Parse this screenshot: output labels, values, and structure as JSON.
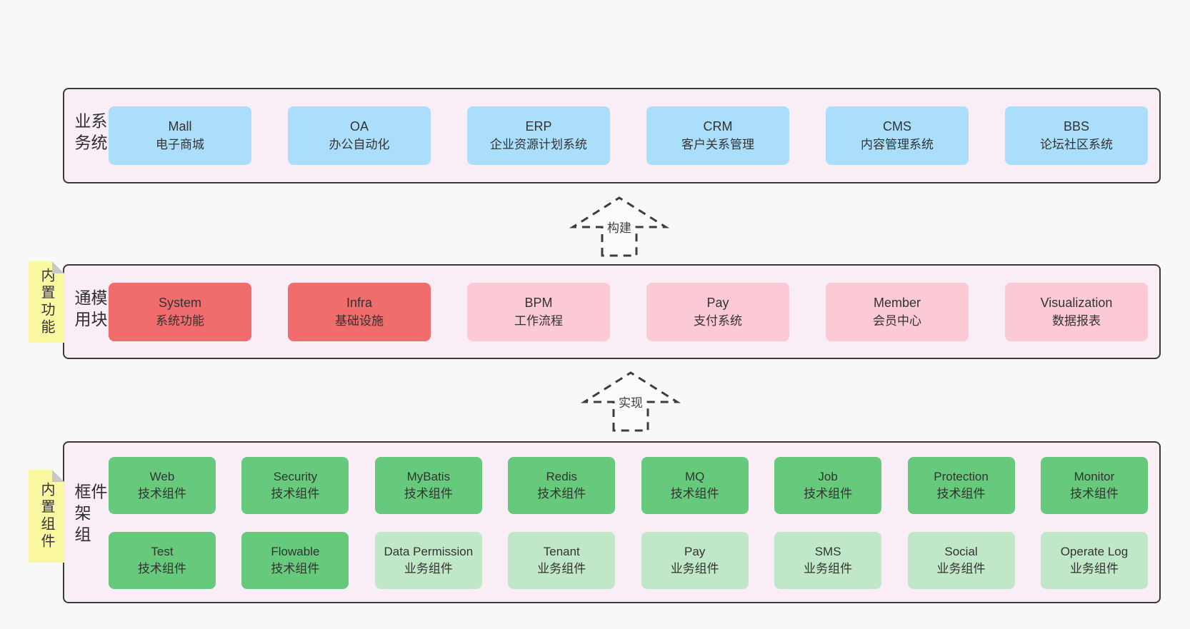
{
  "colors": {
    "page-bg": "#f8f8f8",
    "band-bg": "#f9edf6",
    "band-border": "#3a3a3a",
    "box-blue": "#aadefb",
    "box-red": "#f16c6c",
    "box-pink": "#fccad4",
    "box-green": "#66c97c",
    "box-lightgreen": "#c0e7c7",
    "note-yellow": "#fbf8a2",
    "note-fold": "#c8c8c8",
    "text": "#333333"
  },
  "arrows": [
    {
      "label": "构建"
    },
    {
      "label": "实现"
    }
  ],
  "bands": [
    {
      "label": "业务系统",
      "rows": [
        [
          {
            "en": "Mall",
            "zh": "电子商城",
            "color": "blue"
          },
          {
            "en": "OA",
            "zh": "办公自动化",
            "color": "blue"
          },
          {
            "en": "ERP",
            "zh": "企业资源计划系统",
            "color": "blue"
          },
          {
            "en": "CRM",
            "zh": "客户关系管理",
            "color": "blue"
          },
          {
            "en": "CMS",
            "zh": "内容管理系统",
            "color": "blue"
          },
          {
            "en": "BBS",
            "zh": "论坛社区系统",
            "color": "blue"
          }
        ]
      ]
    },
    {
      "label": "通用模块",
      "note": "内置功能",
      "rows": [
        [
          {
            "en": "System",
            "zh": "系统功能",
            "color": "red"
          },
          {
            "en": "Infra",
            "zh": "基础设施",
            "color": "red"
          },
          {
            "en": "BPM",
            "zh": "工作流程",
            "color": "pink"
          },
          {
            "en": "Pay",
            "zh": "支付系统",
            "color": "pink"
          },
          {
            "en": "Member",
            "zh": "会员中心",
            "color": "pink"
          },
          {
            "en": "Visualization",
            "zh": "数据报表",
            "color": "pink"
          }
        ]
      ]
    },
    {
      "label": "框架组件",
      "note": "内置组件",
      "rows": [
        [
          {
            "en": "Web",
            "zh": "技术组件",
            "color": "green"
          },
          {
            "en": "Security",
            "zh": "技术组件",
            "color": "green"
          },
          {
            "en": "MyBatis",
            "zh": "技术组件",
            "color": "green"
          },
          {
            "en": "Redis",
            "zh": "技术组件",
            "color": "green"
          },
          {
            "en": "MQ",
            "zh": "技术组件",
            "color": "green"
          },
          {
            "en": "Job",
            "zh": "技术组件",
            "color": "green"
          },
          {
            "en": "Protection",
            "zh": "技术组件",
            "color": "green"
          },
          {
            "en": "Monitor",
            "zh": "技术组件",
            "color": "green"
          }
        ],
        [
          {
            "en": "Test",
            "zh": "技术组件",
            "color": "green"
          },
          {
            "en": "Flowable",
            "zh": "技术组件",
            "color": "green"
          },
          {
            "en": "Data Permission",
            "zh": "业务组件",
            "color": "lightgreen"
          },
          {
            "en": "Tenant",
            "zh": "业务组件",
            "color": "lightgreen"
          },
          {
            "en": "Pay",
            "zh": "业务组件",
            "color": "lightgreen"
          },
          {
            "en": "SMS",
            "zh": "业务组件",
            "color": "lightgreen"
          },
          {
            "en": "Social",
            "zh": "业务组件",
            "color": "lightgreen"
          },
          {
            "en": "Operate Log",
            "zh": "业务组件",
            "color": "lightgreen"
          }
        ]
      ]
    }
  ]
}
